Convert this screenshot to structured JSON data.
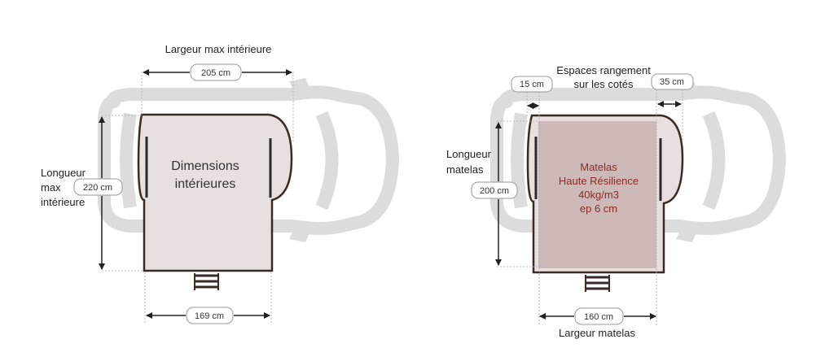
{
  "left_diagram": {
    "title": "Largeur max intérieure",
    "width_value": "205 cm",
    "length_label": [
      "Longueur",
      "max",
      "intérieure"
    ],
    "length_value": "220 cm",
    "center_label": [
      "Dimensions",
      "intérieures"
    ],
    "bottom_width_value": "169 cm"
  },
  "right_diagram": {
    "storage_label": [
      "Espaces rangement",
      "sur les cotés"
    ],
    "left_storage_value": "15 cm",
    "right_storage_value": "35 cm",
    "length_label": [
      "Longueur",
      "matelas"
    ],
    "length_value": "200 cm",
    "mattress_label": [
      "Matelas",
      "Haute Résilience",
      "40kg/m3",
      "ep 6 cm"
    ],
    "width_value": "160 cm",
    "width_label": "Largeur matelas"
  },
  "colors": {
    "tent": "#e8dfdf",
    "mattress": "#c9b3b3",
    "mattress_text": "#8b2a2a",
    "car": "#dcdcdc"
  }
}
